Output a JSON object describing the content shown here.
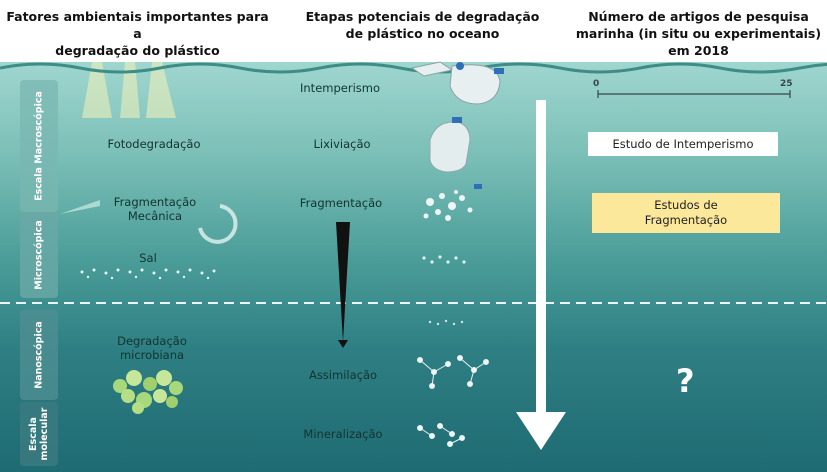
{
  "headers": {
    "left": [
      "Fatores ambientais importantes para a",
      "degradação do plástico"
    ],
    "middle": [
      "Etapas potenciais de degradação",
      "de plástico no oceano"
    ],
    "right": [
      "Número de artigos de pesquisa",
      "marinha (in situ ou experimentais)",
      "em 2018"
    ]
  },
  "scale_tags": {
    "macro": "Escala Macroscópica",
    "micro": "Microscópica",
    "nano": "Nanoscópica",
    "molecular": [
      "Escala",
      "molecular"
    ]
  },
  "factors": {
    "photo": "Fotodegradação",
    "mechanical": [
      "Fragmentação",
      "Mecânica"
    ],
    "salt": "Sal",
    "microbial": [
      "Degradação",
      "microbiana"
    ]
  },
  "stages": [
    "Intemperismo",
    "Lixiviação",
    "Fragmentação",
    "Assimilação",
    "Mineralização"
  ],
  "articles": {
    "axis_ticks": [
      "0",
      "25"
    ],
    "weathering_study": "Estudo de Intemperismo",
    "fragmentation_study": [
      "Estudos de",
      "Fragmentação"
    ],
    "unknown_mark": "?"
  },
  "colors": {
    "ocean_top": "#9fd6cf",
    "ocean_bottom": "#1f6b73",
    "fragmentation_box": "#fbe89a",
    "weathering_box": "#ffffff"
  },
  "icons": [
    "sun-rays",
    "plastic-bottle",
    "particles",
    "microbes",
    "down-arrow",
    "circular-arrow"
  ]
}
